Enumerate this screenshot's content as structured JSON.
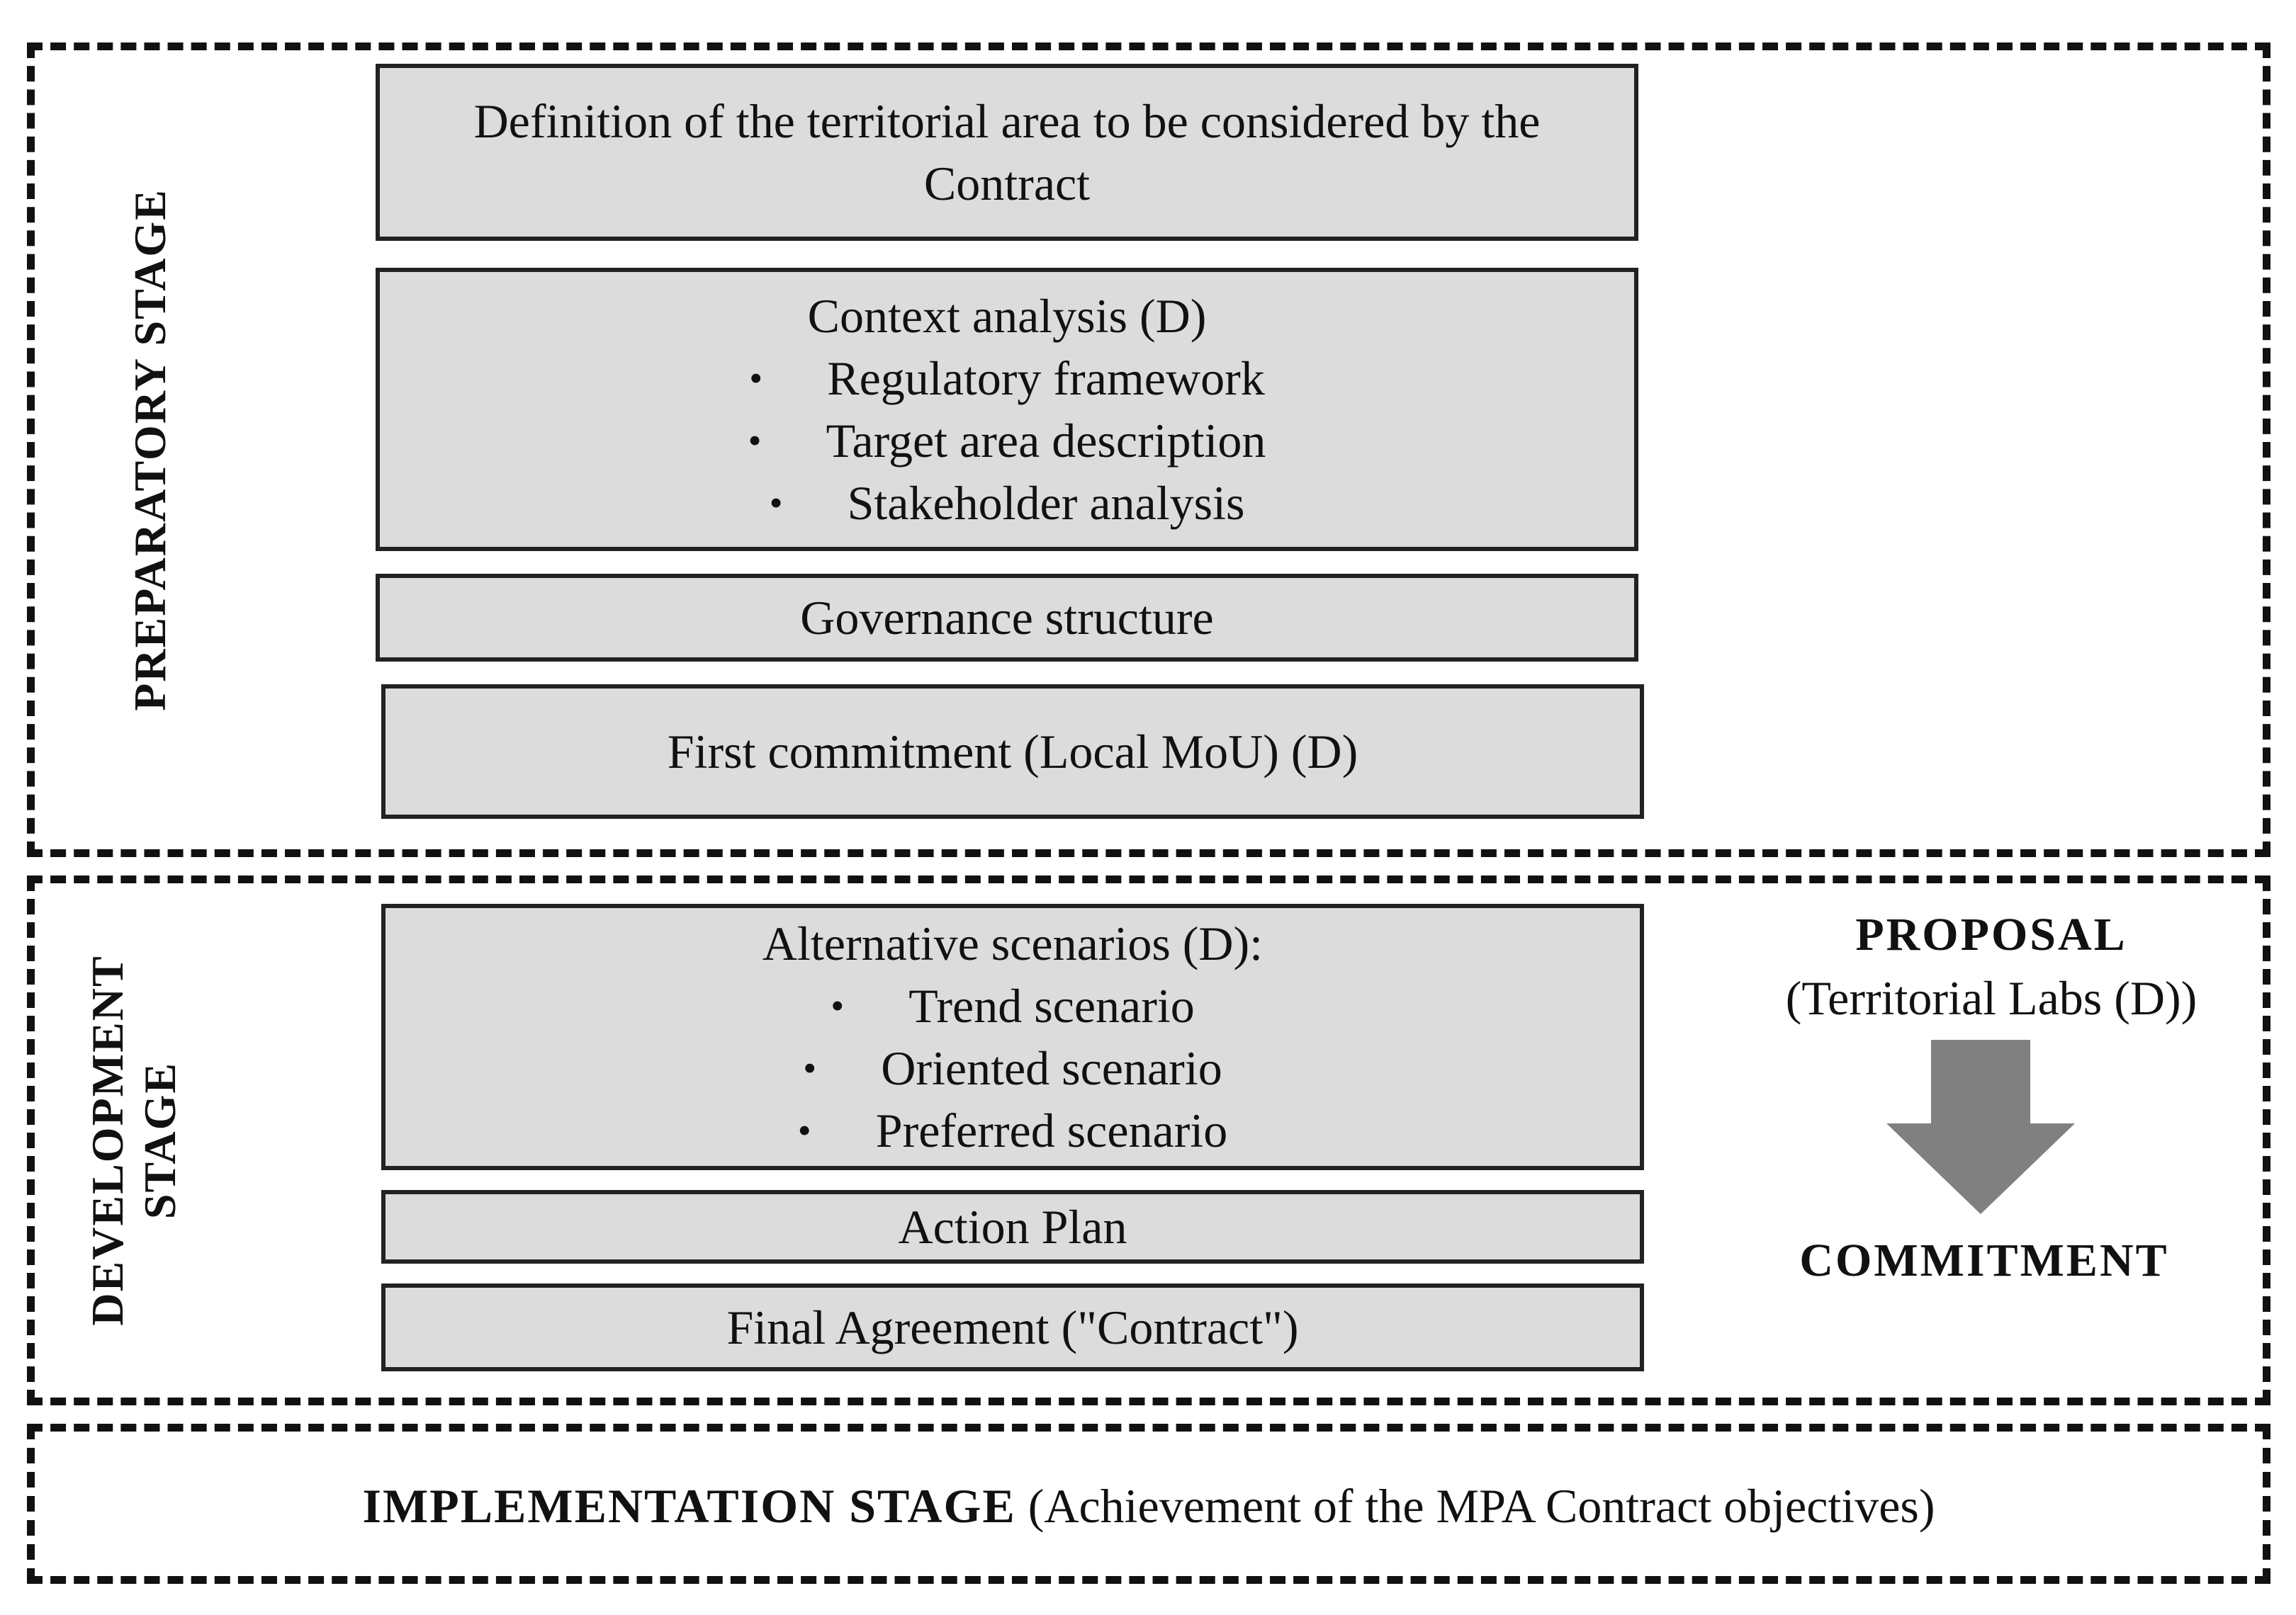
{
  "preparatory": {
    "label": "PREPARATORY STAGE",
    "box1": "Definition of the territorial area to be considered by the Contract",
    "box2": {
      "title": "Context analysis (D)",
      "items": [
        "Regulatory framework",
        "Target area description",
        "Stakeholder analysis"
      ]
    },
    "box3": "Governance structure",
    "box4": "First commitment (Local MoU) (D)"
  },
  "development": {
    "label_line1": "DEVELOPMENT",
    "label_line2": "STAGE",
    "box1": {
      "title": "Alternative scenarios (D):",
      "items": [
        "Trend scenario",
        "Oriented scenario",
        "Preferred scenario"
      ]
    },
    "box2": "Action Plan",
    "box3": "Final Agreement (\"Contract\")",
    "proposal": "PROPOSAL",
    "proposal_sub": "(Territorial Labs (D))",
    "commitment": "COMMITMENT",
    "bullet_glyph": "•"
  },
  "implementation": {
    "label": "IMPLEMENTATION STAGE",
    "text": "(Achievement of the MPA Contract objectives)"
  },
  "colors": {
    "box_fill": "#dcdcdc",
    "arrow_fill": "#808080",
    "border": "#111111"
  }
}
